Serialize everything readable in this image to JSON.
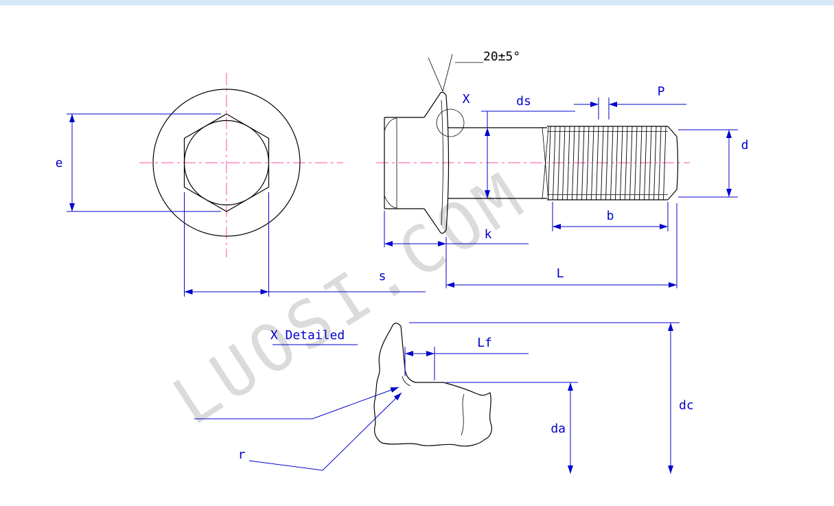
{
  "page": {
    "background": "#ffffff",
    "top_strip_color": "#d5e8f7"
  },
  "watermark": {
    "text": "LUOSI.COM",
    "color": "#d8d8d8"
  },
  "colors": {
    "outline": "#000000",
    "dim": "#0000cc",
    "center": "#ff4da6"
  },
  "labels": {
    "angle_tolerance": "20±5°",
    "detail_marker": "X",
    "shank_diameter": "ds",
    "pitch": "P",
    "width_across_corners": "e",
    "thread_diameter": "d",
    "width_across_flats": "s",
    "head_height": "k",
    "thread_length": "b",
    "total_length": "L",
    "detail_title": "X Detailed",
    "flange_transition_length": "Lf",
    "transition_diameter": "da",
    "flange_diameter": "dc",
    "fillet_radius": "r"
  }
}
